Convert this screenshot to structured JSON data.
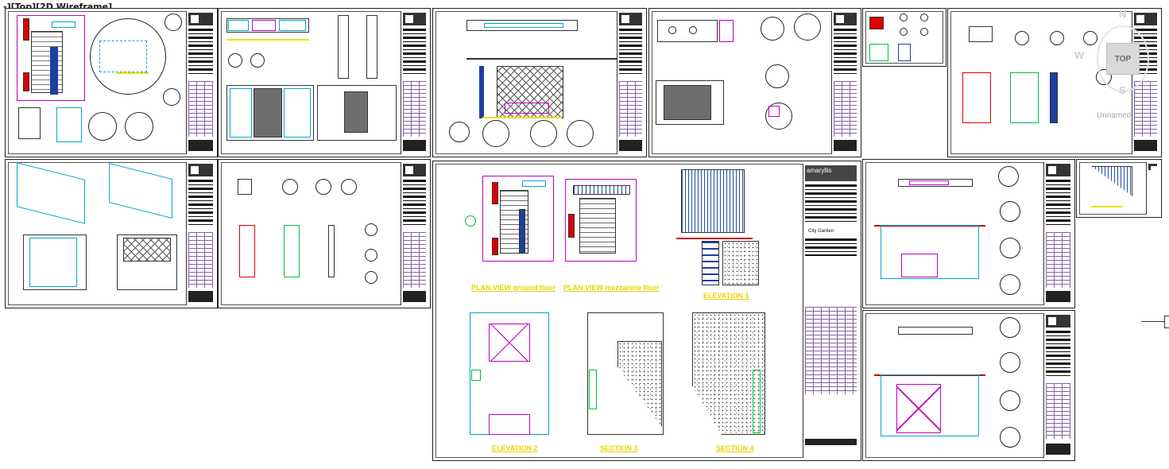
{
  "viewport": {
    "label": "-][Top][2D Wireframe]"
  },
  "viewcube": {
    "top_label": "TOP",
    "north": "N",
    "west": "W",
    "south": "S",
    "ucs_label": "Unnamed"
  },
  "sheets": {
    "main": {
      "project_name": "City Garden",
      "logo_text": "amaryllis",
      "captions": {
        "plan_ground": "PLAN VIEW ground floor",
        "plan_mezzanine": "PLAN VIEW mezzanine floor",
        "elevation_1": "ELEVATION 1",
        "elevation_2": "ELEVATION 2",
        "section_3": "SECTION 3",
        "section_4": "SECTION 4"
      }
    }
  },
  "colors": {
    "background": "#ffffff",
    "dimension": "#f0e000",
    "magenta": "#c000c0",
    "red": "#e00000",
    "cyan": "#00a8c8",
    "green": "#00c040",
    "blue": "#1e3fa0",
    "purple": "#5a2e8a"
  }
}
